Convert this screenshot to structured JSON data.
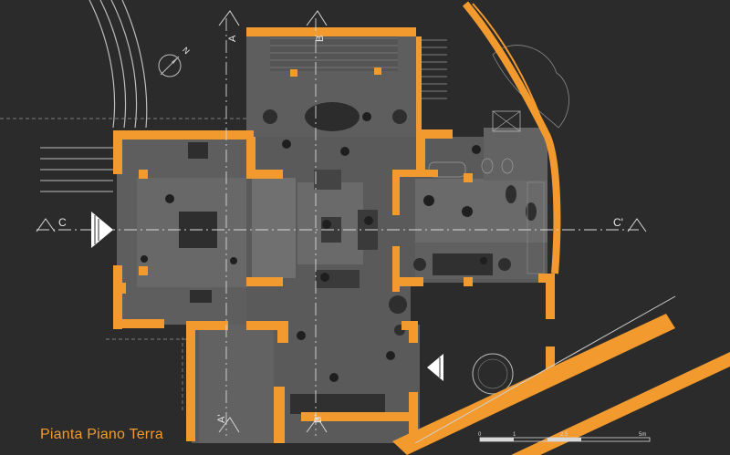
{
  "title": "Pianta Piano Terra",
  "compass_label": "N",
  "sections": {
    "a_top": "A",
    "a_bottom": "A'",
    "b_top": "B",
    "b_bottom": "B'",
    "c_left": "C",
    "c_right": "C'"
  },
  "scale": {
    "ticks": [
      "0",
      "1",
      "2.5",
      "5m"
    ]
  },
  "colors": {
    "background": "#2b2b2b",
    "wall": "#f29a2e",
    "floor": "#5a5a5a",
    "room": "#666666"
  }
}
